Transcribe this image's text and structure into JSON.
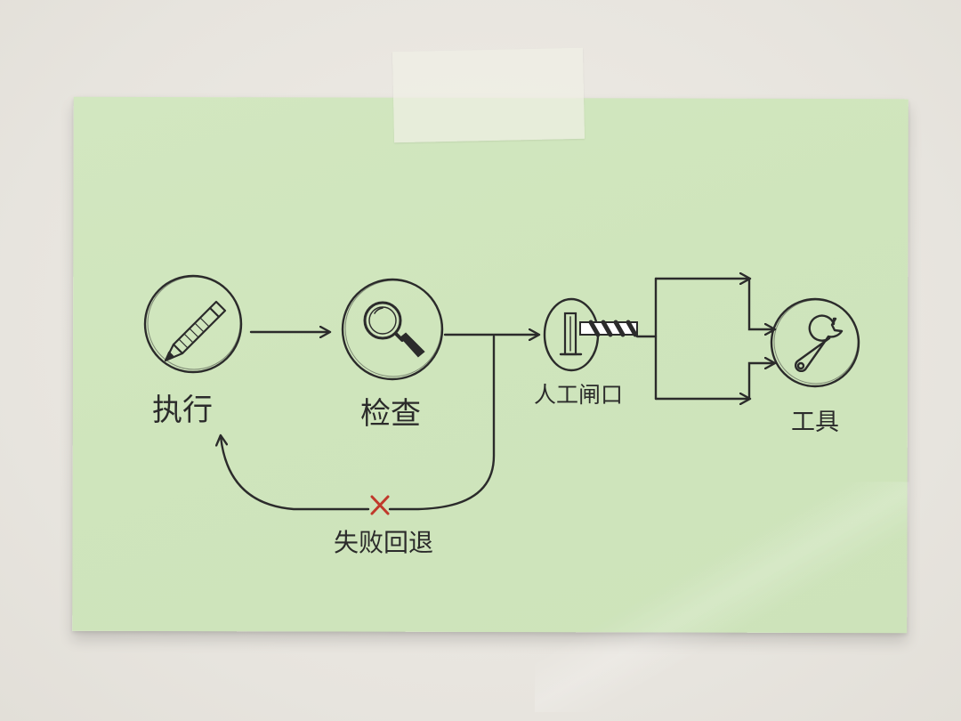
{
  "diagram": {
    "nodes": [
      {
        "id": "execute",
        "label": "执行",
        "icon": "pencil-icon"
      },
      {
        "id": "check",
        "label": "检查",
        "icon": "magnifier-icon"
      },
      {
        "id": "gate",
        "label": "人工闸口",
        "icon": "barrier-gate-icon"
      },
      {
        "id": "tools",
        "label": "工具",
        "icon": "wrench-icon"
      }
    ],
    "fallback": {
      "label": "失败回退",
      "marker": "x-mark-icon",
      "marker_color": "#c0392b"
    },
    "colors": {
      "ink": "#2b2b2b",
      "paper": "#cfe5bc",
      "background": "#ebe8e2"
    }
  }
}
